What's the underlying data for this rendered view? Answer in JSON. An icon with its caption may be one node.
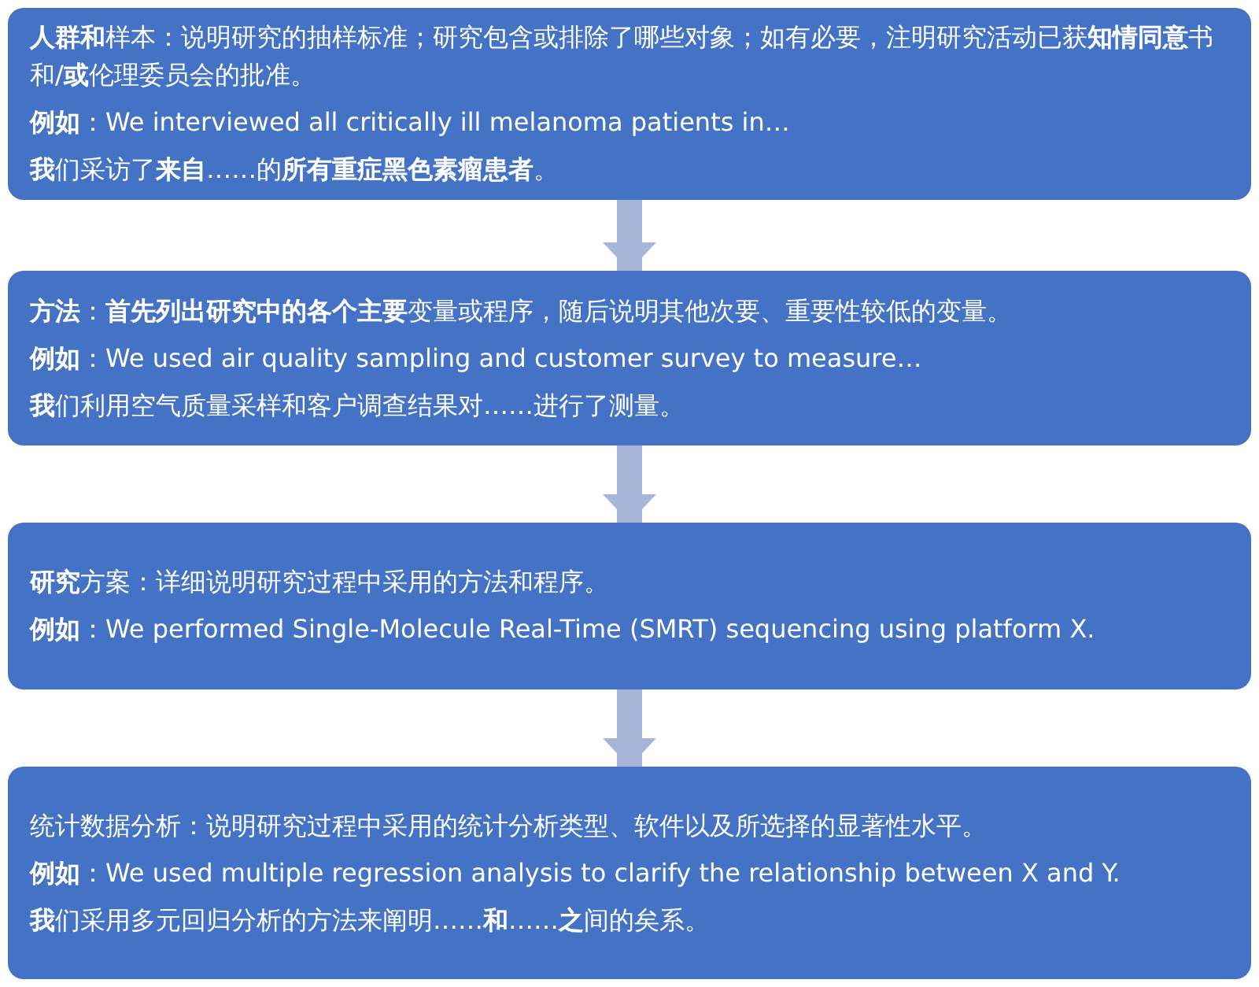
{
  "diagram": {
    "nodes": [
      {
        "text": [
          "**人群和**样本：说明研究的抽样标准；研究包含或排除了哪些对象；如有必要，注明研究活动已获**知情同意**书和/**或**伦理委员会的批准。",
          "**例如**：We interviewed all critically ill melanoma patients in…",
          "**我**们采访了**来自**……的**所有重症黑色素瘤患者**。"
        ]
      },
      {
        "text": [
          "**方法**：**首先列出研究中的各个主要**变量或程序，随后说明其他次要、重要性较低的变量。",
          "**例如**：We used air quality sampling and customer survey to measure…",
          "**我**们利用空气质量采样和客户调查结果对……进行了测量。"
        ]
      },
      {
        "text": [
          "**研究**方案：详细说明研究过程中采用的方法和程序。",
          "**例如**：We performed Single-Molecule Real-Time (SMRT) sequencing using platform X."
        ]
      },
      {
        "text": [
          "统计数据分析：说明研究过程中采用的统计分析类型、软件以及所选择的显著性水平。",
          "**例如**：We used multiple regression analysis to clarify the relationship between X and Y.",
          "**我**们采用多元回归分析的方法来阐明……**和**……**之**间的矣系。"
        ]
      }
    ],
    "edges": [
      {
        "from": 0,
        "to": 1,
        "arrow": "to"
      },
      {
        "from": 1,
        "to": 2,
        "arrow": "to"
      },
      {
        "from": 2,
        "to": 3,
        "arrow": "to"
      }
    ]
  }
}
